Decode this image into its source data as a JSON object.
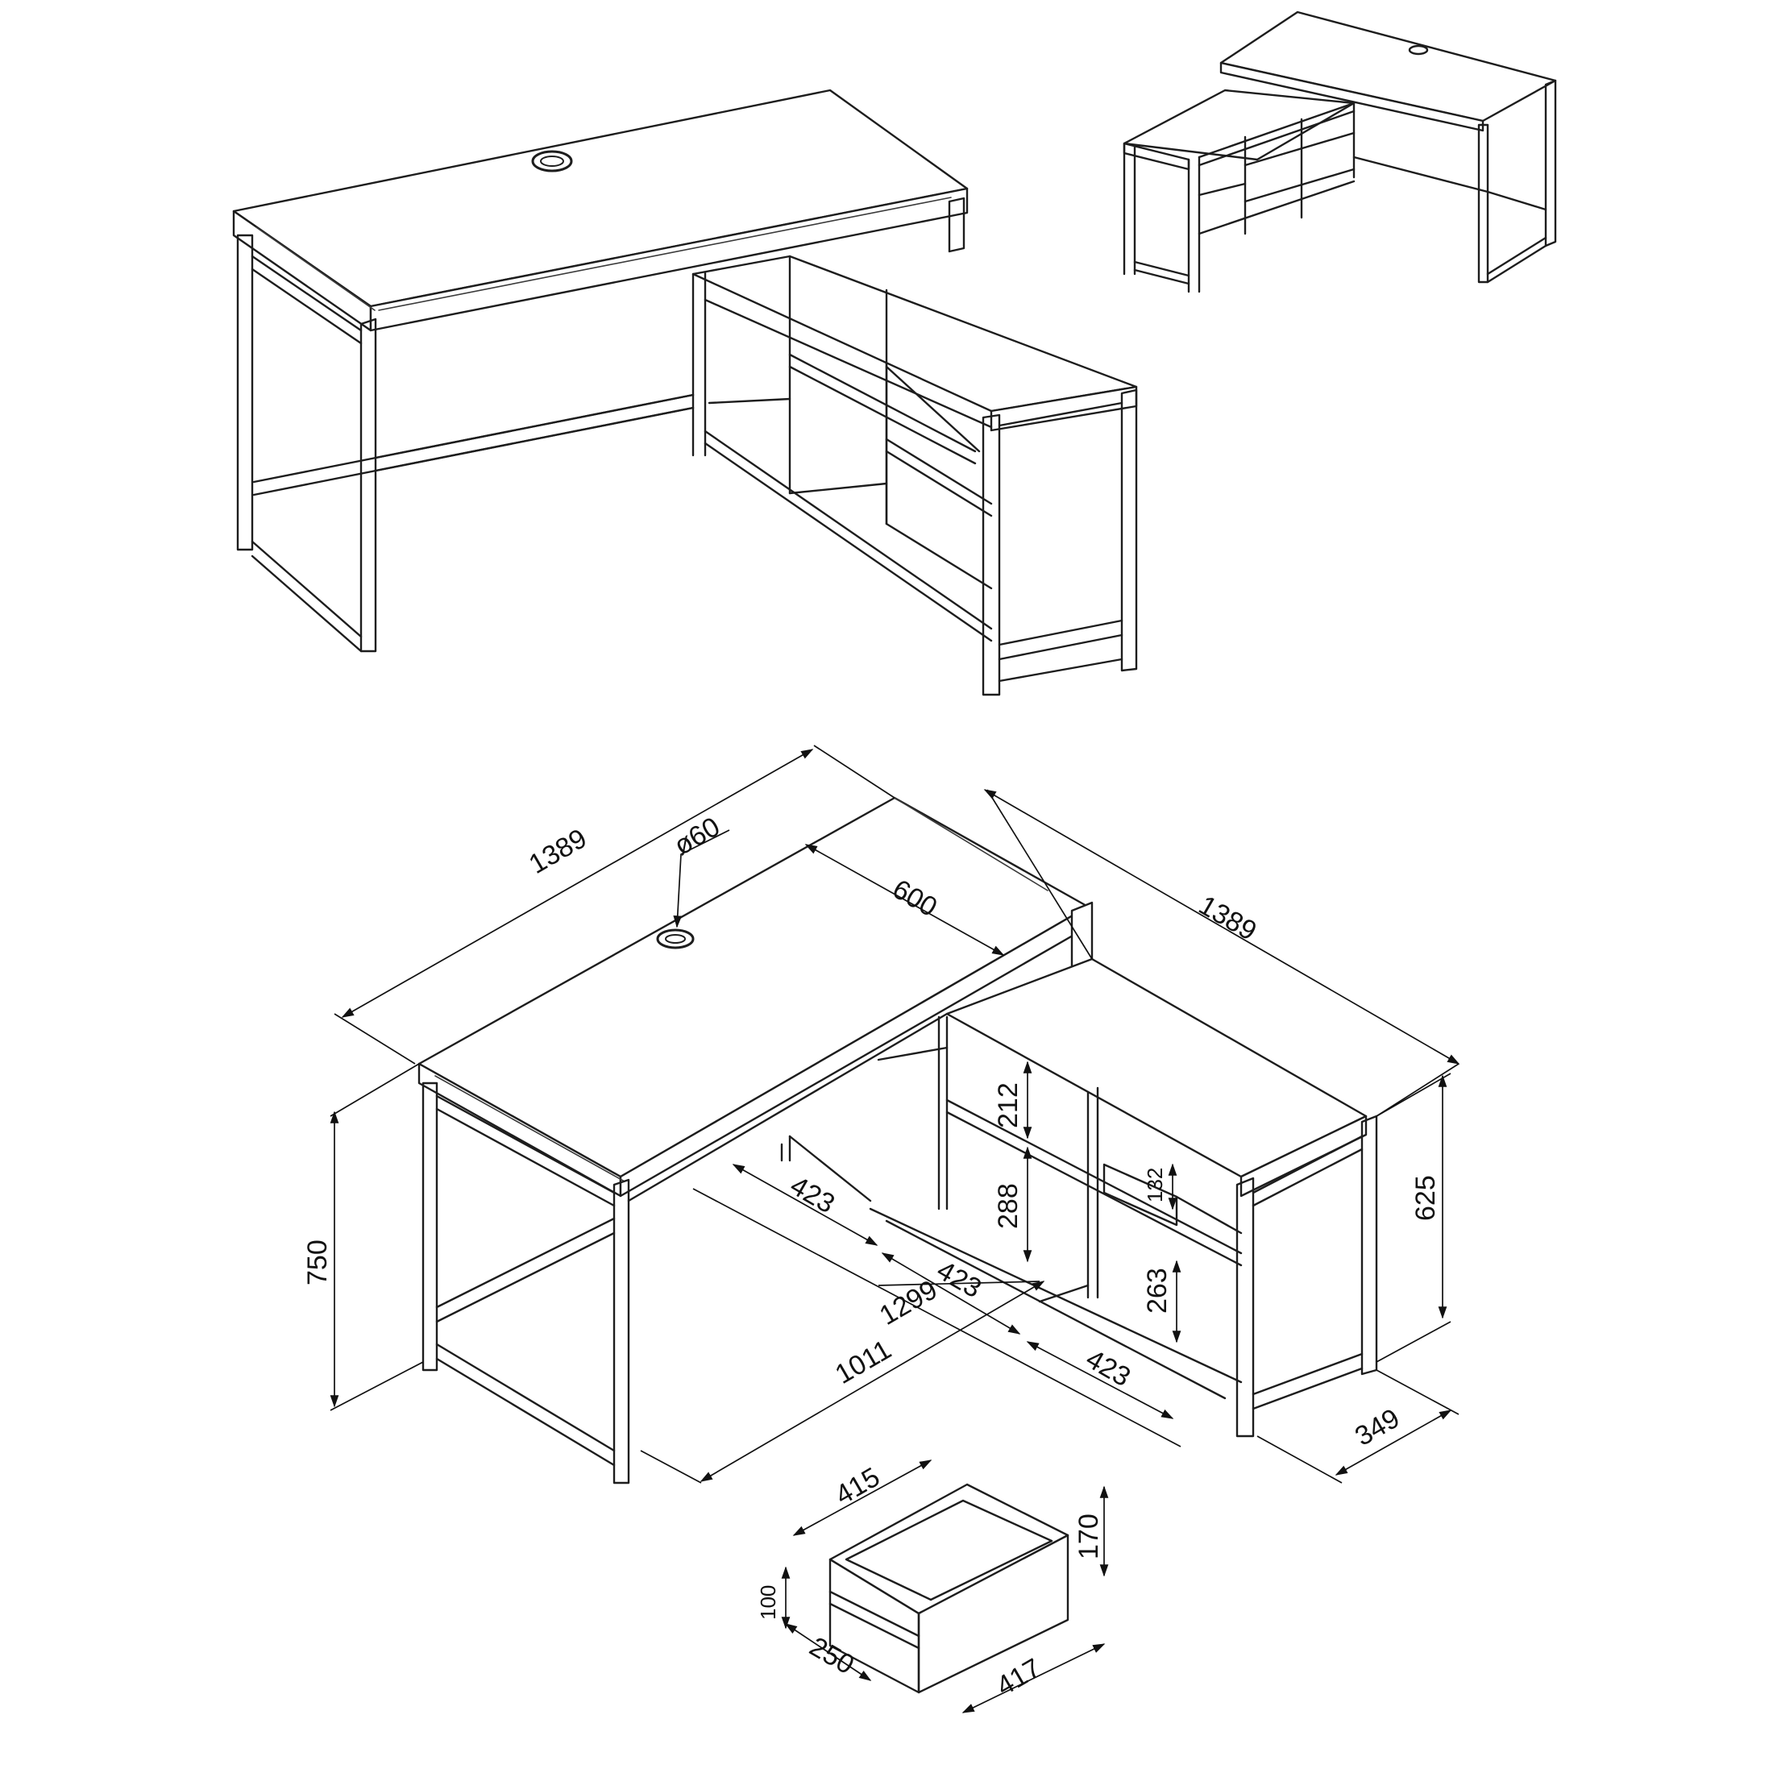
{
  "views": {
    "top_left": "Perspective view - desk with shelf unit",
    "top_right": "Perspective view - rotated configuration",
    "bottom": "Dimensioned assembly",
    "drawer": "Drawer detail"
  },
  "dimensions": {
    "desk_width": "1389",
    "grommet_diameter": "ø60",
    "desk_depth": "600",
    "unit_length": "1389",
    "desk_height": "750",
    "unit_height": "625",
    "shelf_212": "212",
    "shelf_288": "288",
    "drawer_front_132": "132",
    "shelf_263": "263",
    "compartment_1": "423",
    "compartment_2": "423",
    "compartment_3": "423",
    "inner_length": "1299",
    "base_length": "1011",
    "unit_depth": "349"
  },
  "drawer": {
    "width": "415",
    "height": "170",
    "side_height": "100",
    "depth": "250",
    "length": "417"
  },
  "colors": {
    "line": "#1d1d1d",
    "background": "#ffffff"
  }
}
